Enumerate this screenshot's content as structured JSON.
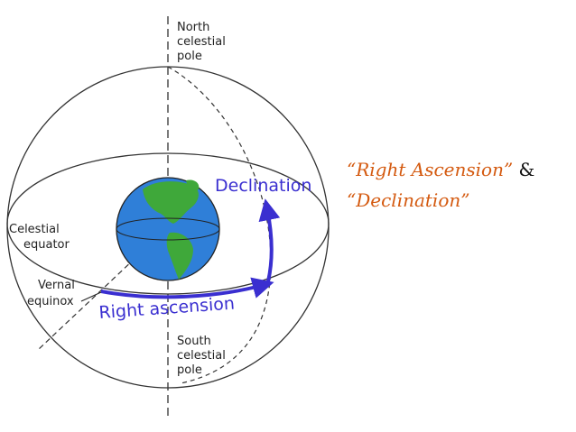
{
  "diagram": {
    "north_pole_label": [
      "North",
      "celestial",
      "pole"
    ],
    "south_pole_label": [
      "South",
      "celestial",
      "pole"
    ],
    "equator_label": [
      "Celestial",
      "equator"
    ],
    "vernal_label": [
      "Vernal",
      "equinox"
    ],
    "declination_label": "Declination",
    "right_ascension_label": "Right ascension"
  },
  "caption": {
    "line1": "“Right Ascension”",
    "amp": " &",
    "line2": "“Declination”"
  },
  "colors": {
    "arrow": "#3a2fd0",
    "caption_text": "#d45a10",
    "ocean": "#2f7fd8",
    "land": "#3fa83a",
    "ink": "#222222"
  }
}
